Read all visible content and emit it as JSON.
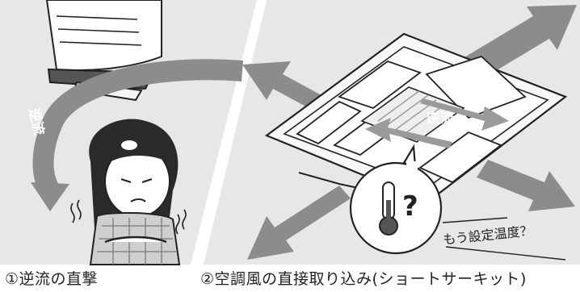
{
  "panels": {
    "left": {
      "caption": "①逆流の直撃",
      "arrow_label": "逆流"
    },
    "right": {
      "caption": "②空調風の直接取り込み(ショートサーキット)",
      "arrow_label": "逆流",
      "speech_bubble": "?",
      "thought_text": "もう設定温度？"
    }
  },
  "colors": {
    "panel_bg": "#e9e9e9",
    "arrow_gray": "#8c8c8c",
    "line": "#222222"
  }
}
